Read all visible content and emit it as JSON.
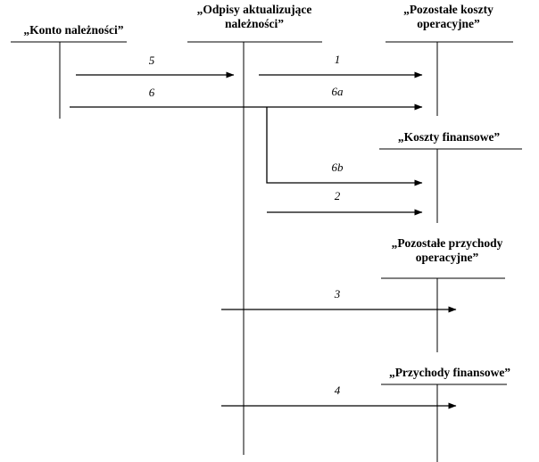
{
  "diagram": {
    "kind": "t-account-flow-diagram",
    "language": "pl",
    "background_color": "#ffffff",
    "line_color": "#000000",
    "accounts": [
      {
        "id": "konto-naleznosci",
        "title": "„Konto należności”",
        "title_line1": "„Konto należności”",
        "title_line2": ""
      },
      {
        "id": "odpisy-aktualizujace-naleznosci",
        "title": "„Odpisy aktualizujące należności”",
        "title_line1": "„Odpisy aktualizujące",
        "title_line2": "należności”"
      },
      {
        "id": "pozostale-koszty-operacyjne",
        "title": "„Pozostałe koszty operacyjne”",
        "title_line1": "„Pozostałe koszty",
        "title_line2": "operacyjne”"
      },
      {
        "id": "koszty-finansowe",
        "title": "„Koszty finansowe”",
        "title_line1": "„Koszty finansowe”",
        "title_line2": ""
      },
      {
        "id": "pozostale-przychody-operacyjne",
        "title": "„Pozostałe przychody operacyjne”",
        "title_line1": "„Pozostałe przychody",
        "title_line2": "operacyjne”"
      },
      {
        "id": "przychody-finansowe",
        "title": "„Przychody finansowe”",
        "title_line1": "„Przychody finansowe”",
        "title_line2": ""
      }
    ],
    "flows": [
      {
        "id": "flow-5",
        "label": "5",
        "from": "konto-naleznosci",
        "to": "odpisy-aktualizujace-naleznosci"
      },
      {
        "id": "flow-6",
        "label": "6",
        "from": "konto-naleznosci",
        "to": "odpisy-aktualizujace-naleznosci"
      },
      {
        "id": "flow-1",
        "label": "1",
        "from": "odpisy-aktualizujace-naleznosci",
        "to": "pozostale-koszty-operacyjne"
      },
      {
        "id": "flow-6a",
        "label": "6a",
        "from": "odpisy-aktualizujace-naleznosci",
        "to": "pozostale-koszty-operacyjne"
      },
      {
        "id": "flow-6b",
        "label": "6b",
        "from": "odpisy-aktualizujace-naleznosci",
        "to": "koszty-finansowe"
      },
      {
        "id": "flow-2",
        "label": "2",
        "from": "odpisy-aktualizujace-naleznosci",
        "to": "koszty-finansowe"
      },
      {
        "id": "flow-3",
        "label": "3",
        "from": "odpisy-aktualizujace-naleznosci",
        "to": "pozostale-przychody-operacyjne"
      },
      {
        "id": "flow-4",
        "label": "4",
        "from": "odpisy-aktualizujace-naleznosci",
        "to": "przychody-finansowe"
      }
    ]
  }
}
